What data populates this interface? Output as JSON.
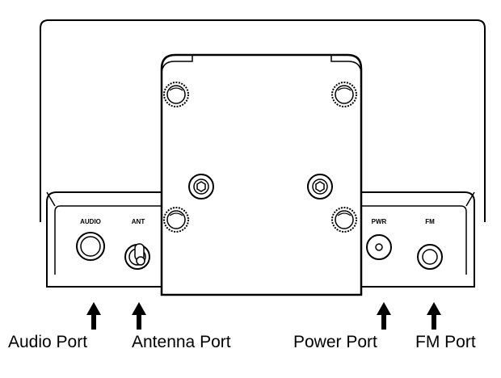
{
  "panel_labels": {
    "audio": "AUDIO",
    "ant": "ANT",
    "pwr": "PWR",
    "fm": "FM"
  },
  "captions": {
    "audio_port": "Audio Port",
    "antenna_port": "Antenna Port",
    "power_port": "Power Port",
    "fm_port": "FM Port"
  },
  "colors": {
    "line": "#000000",
    "fill": "#ffffff"
  }
}
